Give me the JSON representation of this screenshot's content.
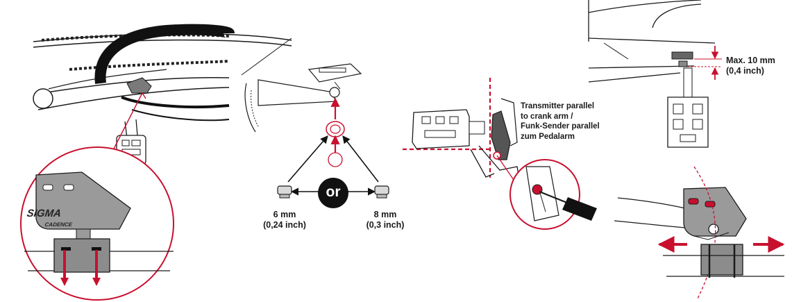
{
  "palette": {
    "accent": "#c8102e",
    "line": "#1a1a1a",
    "sensor_fill": "#9a9a9a",
    "mount_fill": "#8c8c8c",
    "background": "#ffffff"
  },
  "panel1": {
    "brand": "SIGMA",
    "model": "CADENCE"
  },
  "panel2": {
    "or_label": "or",
    "option_left": {
      "size": "6 mm",
      "inch": "(0,24 inch)"
    },
    "option_right": {
      "size": "8 mm",
      "inch": "(0,3 inch)"
    }
  },
  "panel3": {
    "caption_lines": [
      "Transmitter parallel",
      "to crank arm /",
      "Funk-Sender parallel",
      "zum Pedalarm"
    ]
  },
  "panel4": {
    "max_label": "Max. 10 mm",
    "max_inch": "(0,4 inch)"
  }
}
